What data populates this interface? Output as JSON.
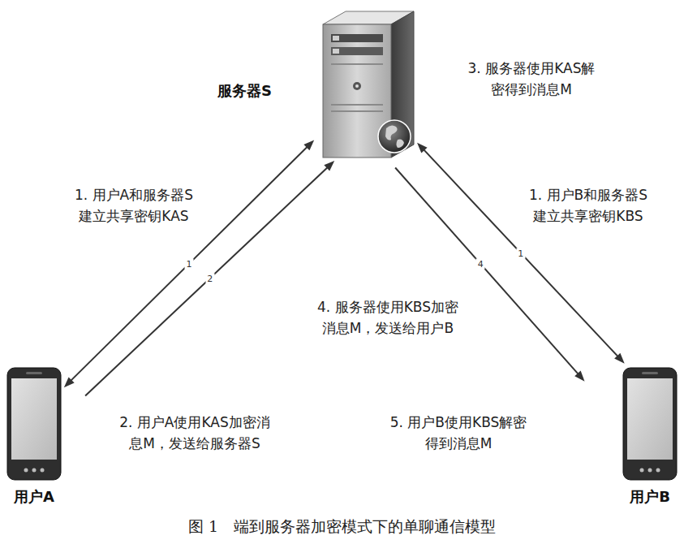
{
  "diagram": {
    "caption": "图 1　端到服务器加密模式下的单聊通信模型",
    "nodes": [
      {
        "text": [
          "服务器S"
        ]
      },
      {
        "text": [
          "用户A"
        ]
      },
      {
        "text": [
          "用户B"
        ]
      }
    ],
    "edges": [
      {
        "from": 1,
        "to": 0,
        "arrow": "both",
        "label": "1"
      },
      {
        "from": 1,
        "to": 0,
        "arrow": "to",
        "label": "2"
      },
      {
        "from": 2,
        "to": 0,
        "arrow": "both",
        "label": "1"
      },
      {
        "from": 0,
        "to": 2,
        "arrow": "to",
        "label": "4"
      }
    ],
    "labels": [
      "1. 用户A和服务器S 建立共享密钥KAS",
      "3. 服务器使用KAS解 密得到消息M",
      "1. 用户B和服务器S 建立共享密钥KBS",
      "4. 服务器使用KBS加密 消息M，发送给用户B",
      "2. 用户A使用KAS加密消 息M，发送给服务器S",
      "5. 用户B使用KBS解密 得到消息M"
    ]
  }
}
